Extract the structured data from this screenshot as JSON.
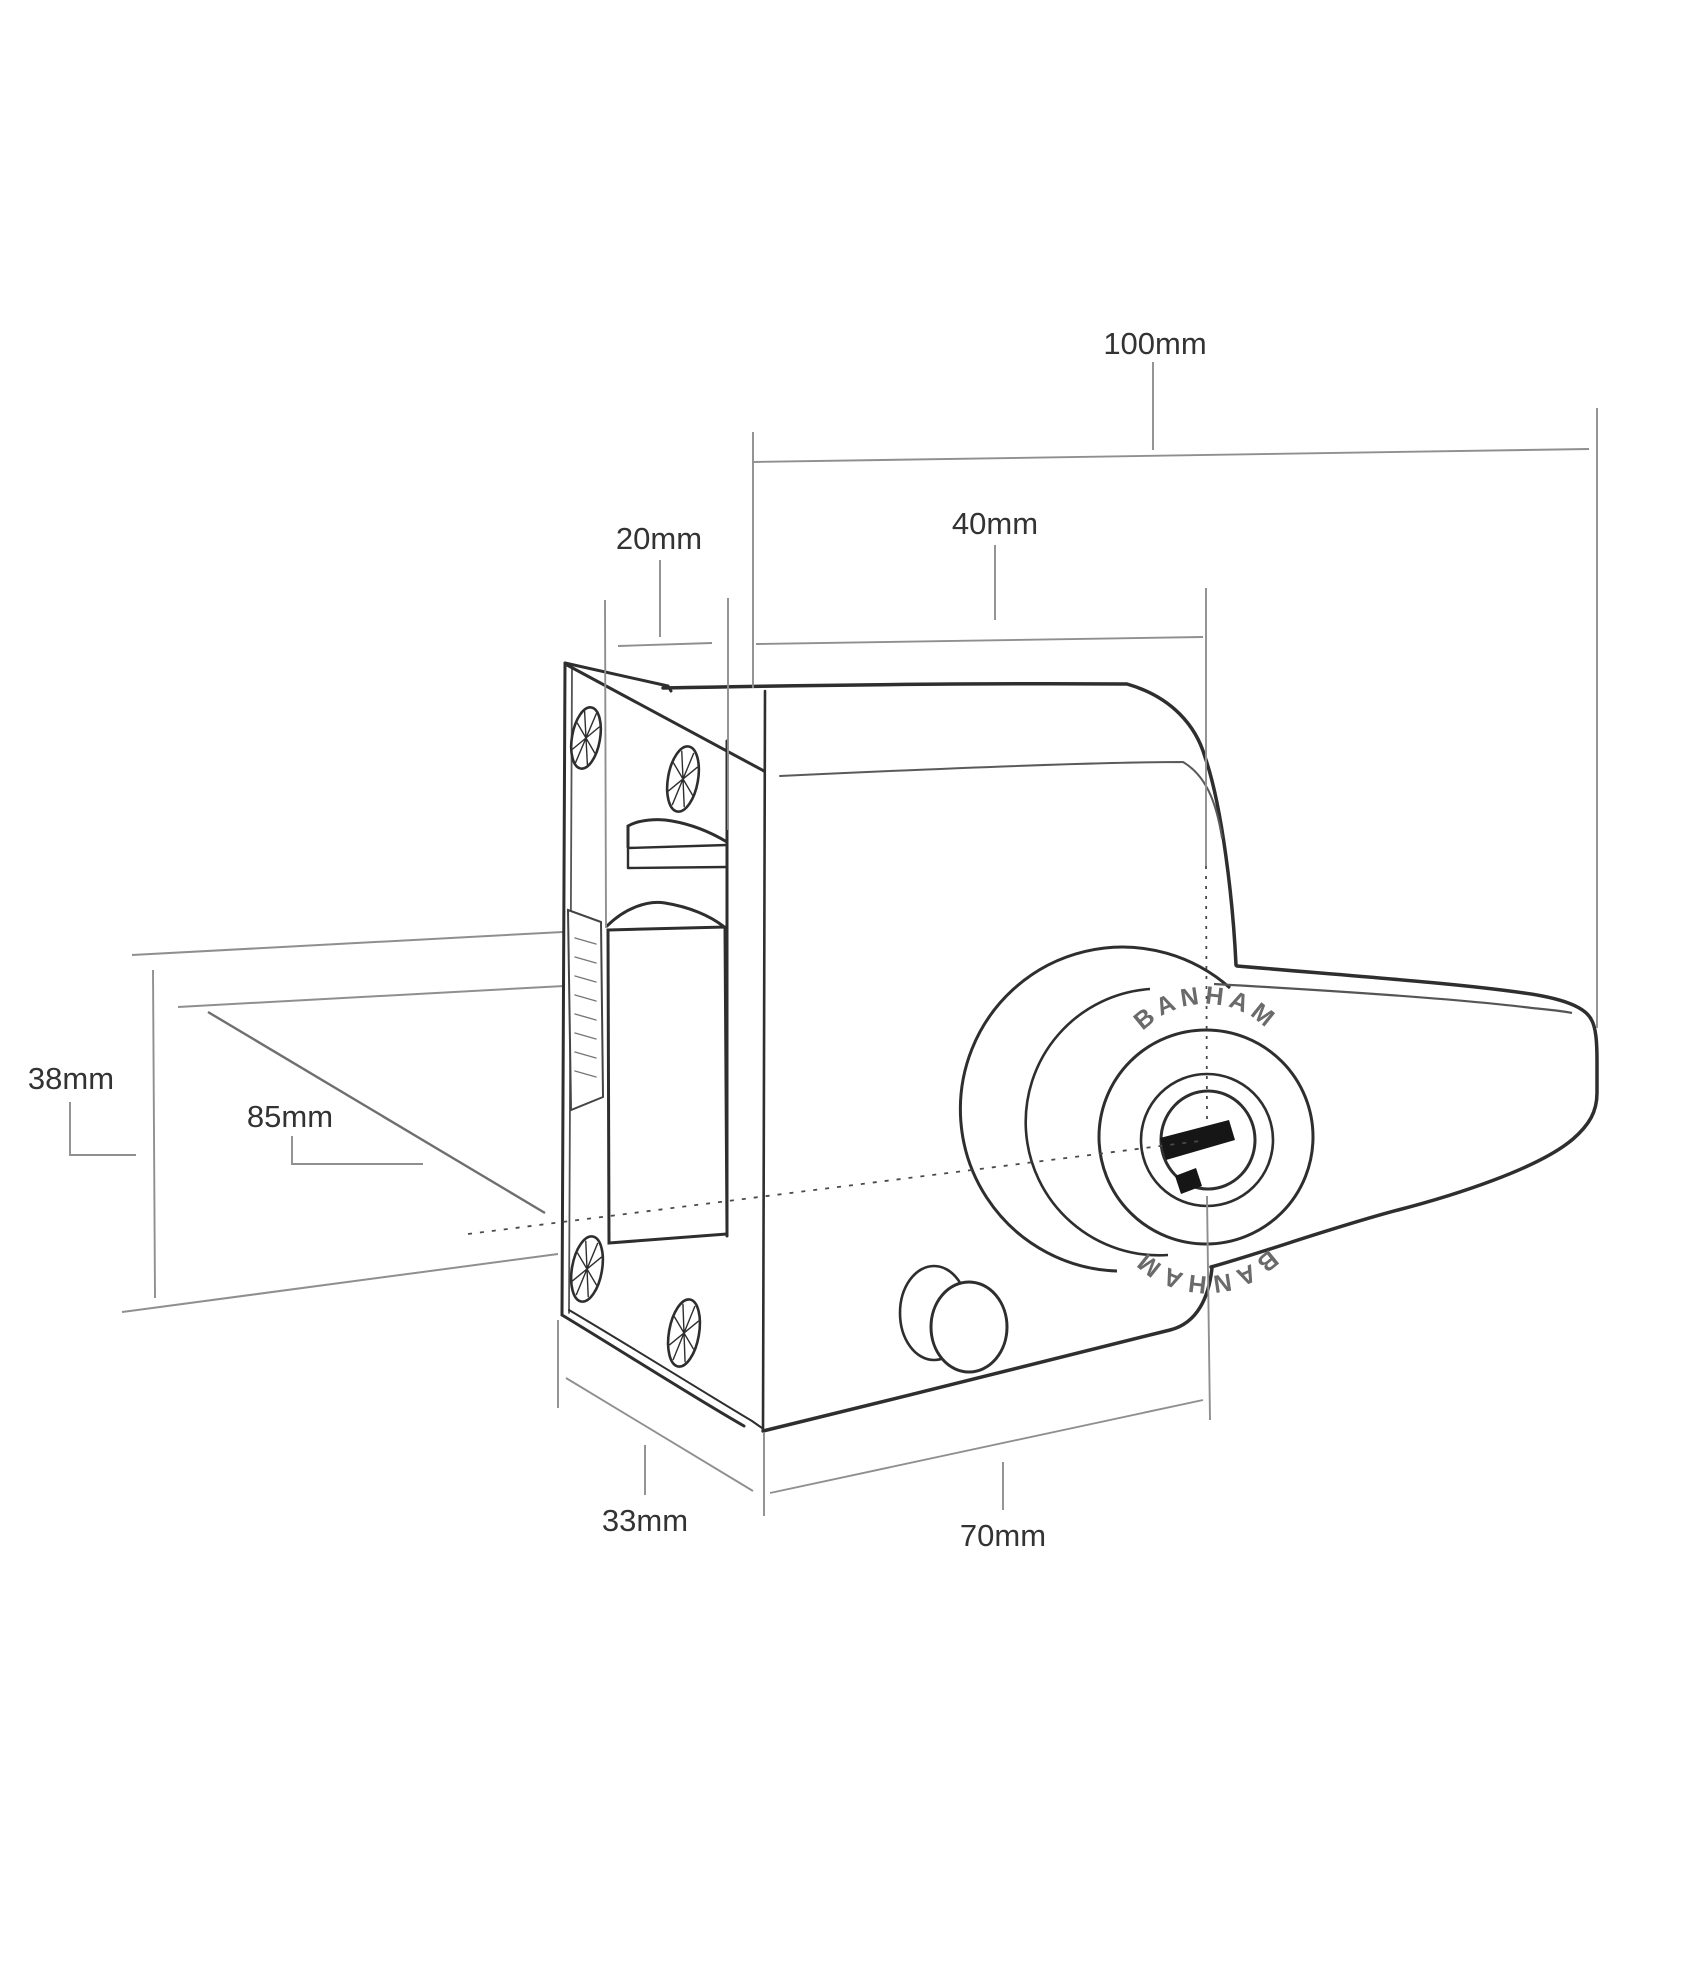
{
  "drawing": {
    "brand": "BANHAM",
    "dimensions": {
      "dim_100": "100mm",
      "dim_40": "40mm",
      "dim_20": "20mm",
      "dim_38": "38mm",
      "dim_85": "85mm",
      "dim_33": "33mm",
      "dim_70": "70mm"
    },
    "colors": {
      "ink": "#2e2e2e",
      "soft_ink": "#555555",
      "dimension": "#8f8f8f",
      "centerline": "#4a4a4a",
      "label_text": "#333333",
      "brand_text": "#6a6a6a",
      "keyhole_black": "#161616"
    }
  }
}
